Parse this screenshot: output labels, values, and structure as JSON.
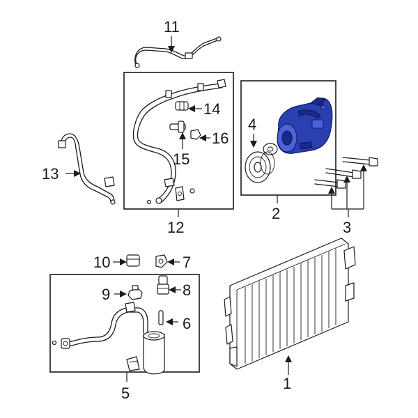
{
  "callouts": {
    "c1": "1",
    "c2": "2",
    "c3": "3",
    "c4": "4",
    "c5": "5",
    "c6": "6",
    "c7": "7",
    "c8": "8",
    "c9": "9",
    "c10": "10",
    "c11": "11",
    "c12": "12",
    "c13": "13",
    "c14": "14",
    "c15": "15",
    "c16": "16"
  },
  "colors": {
    "highlight_part": "#2a3fb0",
    "line": "#1a1a1a",
    "background": "#ffffff"
  }
}
